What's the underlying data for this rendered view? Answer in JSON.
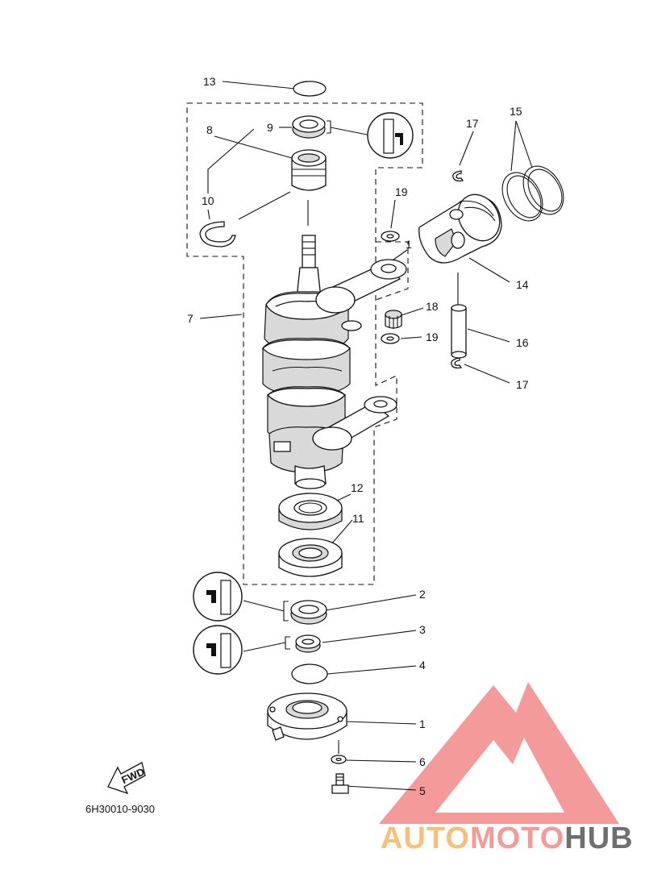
{
  "diagram": {
    "part_code": "6H30010-9030",
    "fwd_label": "FWD",
    "callouts": {
      "c1a": "1",
      "c1b": "1",
      "c2": "2",
      "c3": "3",
      "c4": "4",
      "c5": "5",
      "c6": "6",
      "c7": "7",
      "c8": "8",
      "c9": "9",
      "c10": "10",
      "c11": "11",
      "c12": "12",
      "c13": "13",
      "c14": "14",
      "c15": "15",
      "c16": "16",
      "c17a": "17",
      "c17b": "17",
      "c18": "18",
      "c19a": "19",
      "c19b": "19"
    }
  },
  "watermark": {
    "part1": "AUTO",
    "part2": "MOTO",
    "part3": "HUB",
    "colors": {
      "auto": "#f5c07a",
      "moto": "#f59a9a",
      "hub": "#6f6f6f",
      "triangle": "#f59a9a"
    }
  }
}
